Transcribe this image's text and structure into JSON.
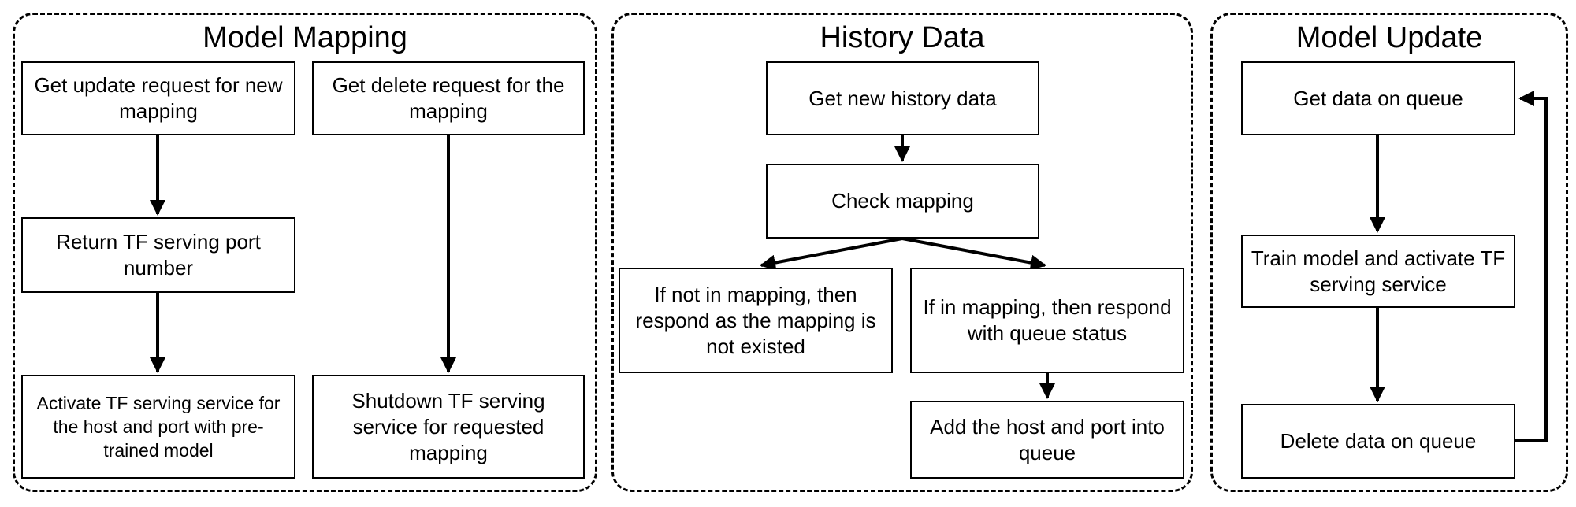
{
  "panels": {
    "model_mapping": {
      "title": "Model Mapping",
      "boxes": [
        "Get update request for new mapping",
        "Return TF serving port number",
        "Activate TF serving service for the host and port with pre-trained model",
        "Get delete request for the mapping",
        "Shutdown TF serving service for requested mapping"
      ]
    },
    "history_data": {
      "title": "History Data",
      "boxes": [
        "Get new history data",
        "Check mapping",
        "If not in mapping, then respond as the mapping is not existed",
        "If in mapping, then respond with queue status",
        "Add the host and port into queue"
      ]
    },
    "model_update": {
      "title": "Model Update",
      "boxes": [
        "Get data on queue",
        "Train model and activate TF serving service",
        "Delete data on queue"
      ]
    }
  },
  "colors": {
    "stroke": "#000000",
    "background": "#ffffff"
  }
}
